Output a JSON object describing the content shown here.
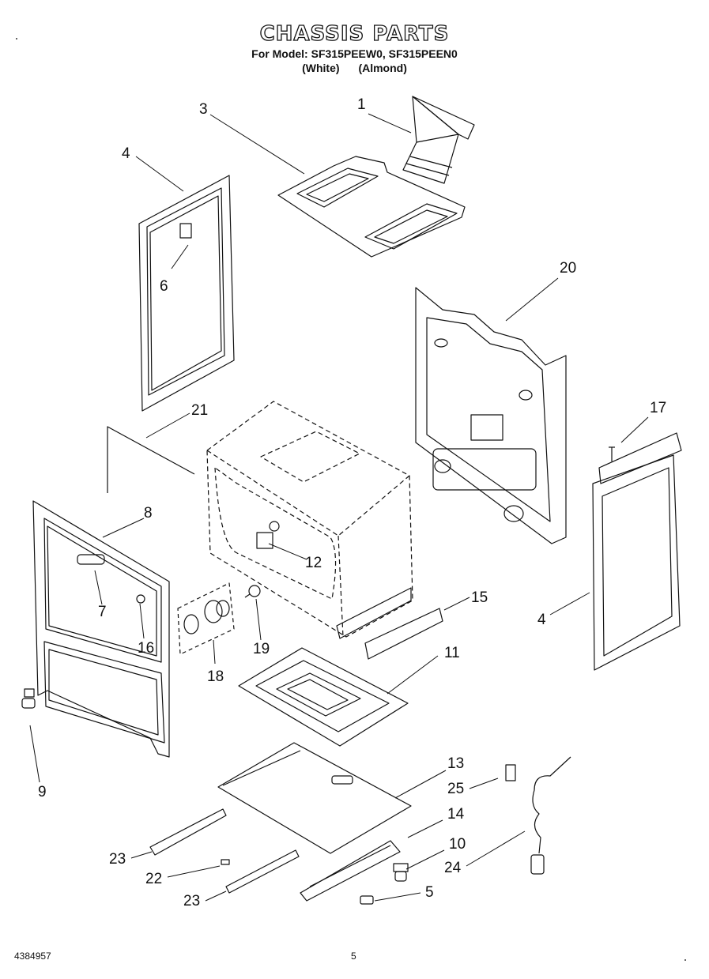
{
  "header": {
    "title": "CHASSIS PARTS",
    "model_line": "For Model: SF315PEEW0, SF315PEEN0",
    "colors": [
      "(White)",
      "(Almond)"
    ]
  },
  "callouts": [
    "1",
    "3",
    "4",
    "6",
    "20",
    "21",
    "17",
    "8",
    "12",
    "7",
    "16",
    "18",
    "19",
    "15",
    "4",
    "11",
    "9",
    "13",
    "25",
    "14",
    "23",
    "10",
    "24",
    "22",
    "23",
    "5"
  ],
  "footer": {
    "doc_number": "4384957",
    "page": "5"
  }
}
